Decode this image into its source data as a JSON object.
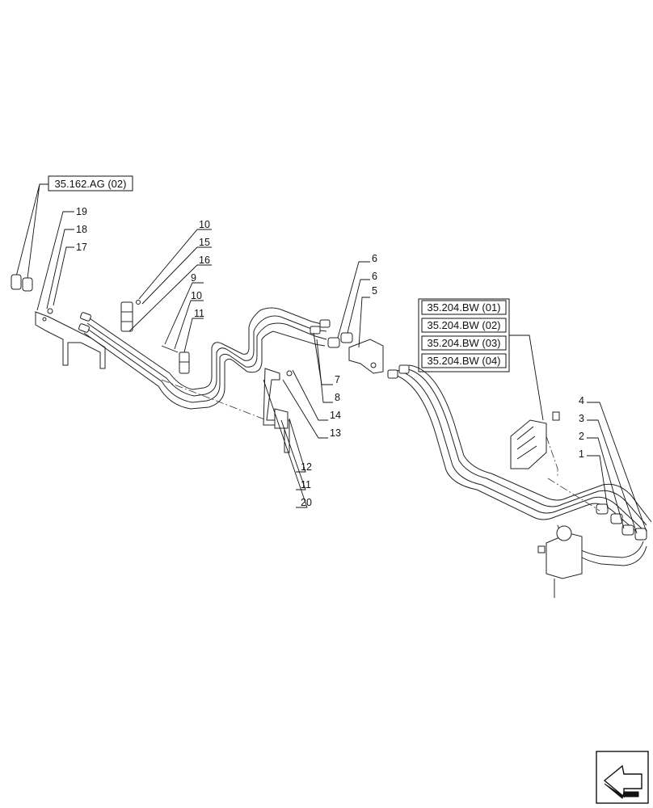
{
  "references": {
    "top_left": "35.162.AG (02)",
    "right_group": [
      "35.204.BW (01)",
      "35.204.BW (02)",
      "35.204.BW (03)",
      "35.204.BW (04)"
    ]
  },
  "callouts": {
    "c19": "19",
    "c18": "18",
    "c17": "17",
    "c10a": "10",
    "c15": "15",
    "c16": "16",
    "c9": "9",
    "c10b": "10",
    "c11a": "11",
    "c6a": "6",
    "c6b": "6",
    "c5": "5",
    "c7": "7",
    "c8": "8",
    "c14": "14",
    "c13": "13",
    "c12": "12",
    "c11b": "11",
    "c20": "20",
    "c4": "4",
    "c3": "3",
    "c2": "2",
    "c1": "1"
  },
  "icons": {
    "nav": "navigation-arrow-icon"
  }
}
